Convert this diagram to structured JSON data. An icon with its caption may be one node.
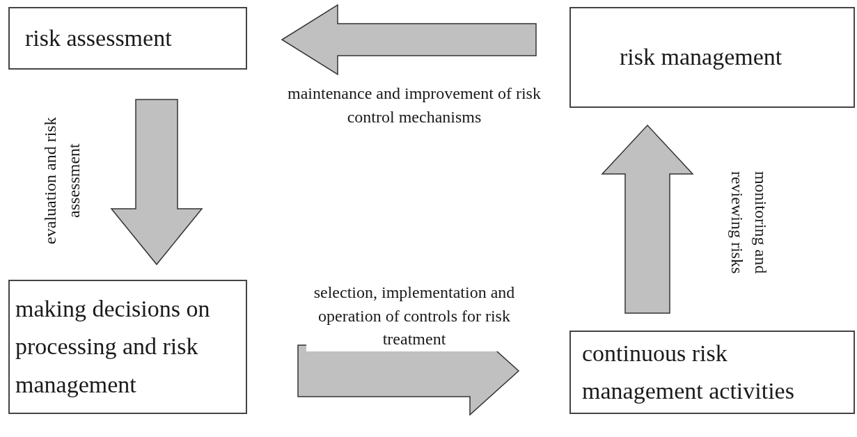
{
  "diagram": {
    "nodes": [
      {
        "text": [
          "risk assessment"
        ]
      },
      {
        "text": [
          "risk management"
        ]
      },
      {
        "text": [
          "making decisions on processing and risk management"
        ]
      },
      {
        "text": [
          "continuous risk management activities"
        ]
      }
    ],
    "edges": [
      {
        "from": 1,
        "to": 0,
        "arrow": "to",
        "label": "maintenance and improvement of risk control mechanisms"
      },
      {
        "from": 0,
        "to": 2,
        "arrow": "to",
        "label": "evaluation and risk assessment"
      },
      {
        "from": 2,
        "to": 3,
        "arrow": "to",
        "label": "selection, implementation and operation of controls for risk treatment"
      },
      {
        "from": 3,
        "to": 1,
        "arrow": "to",
        "label": "monitoring and reviewing risks"
      }
    ]
  }
}
